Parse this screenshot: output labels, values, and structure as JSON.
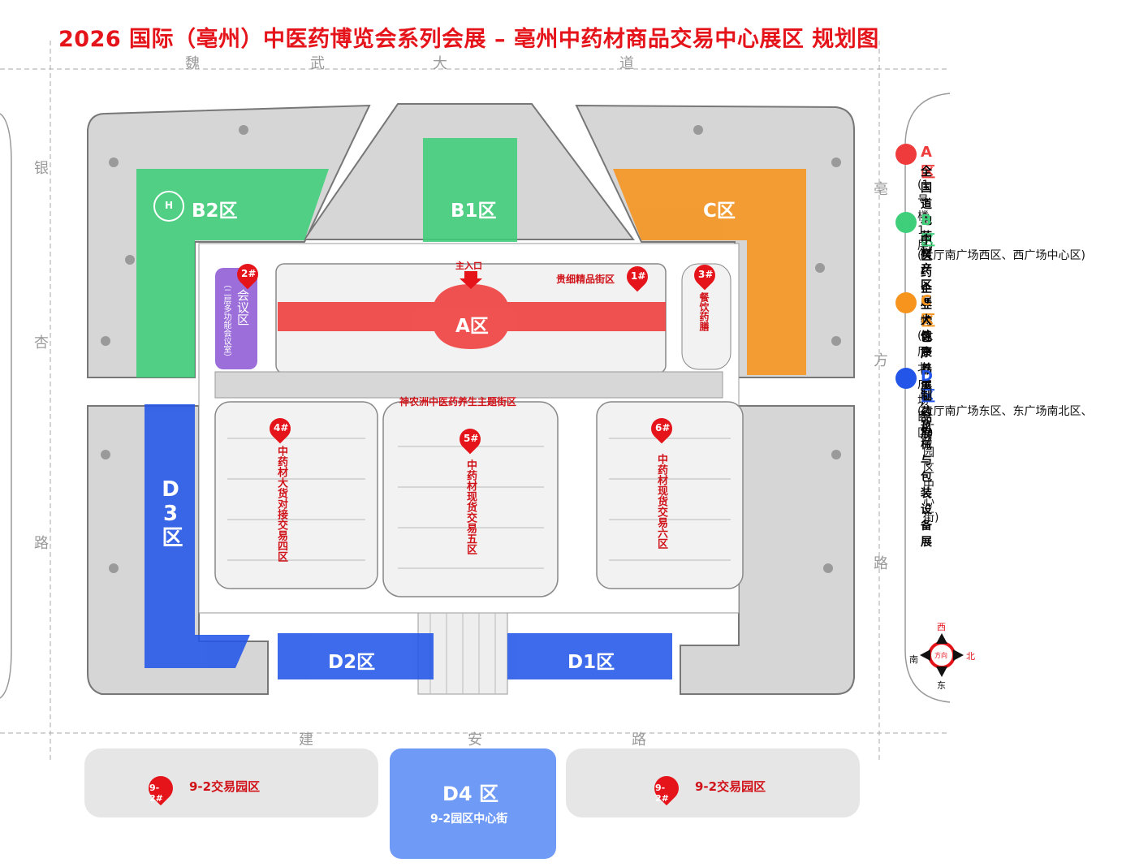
{
  "title": "2026 国际（亳州）中医药博览会系列会展 – 亳州中药材商品交易中心展区 规划图",
  "roads": {
    "top": [
      "魏",
      "武",
      "大",
      "道"
    ],
    "left": [
      "银",
      "杏",
      "路"
    ],
    "right": [
      "亳",
      "方",
      "路"
    ],
    "bottom": [
      "建",
      "安",
      "路"
    ]
  },
  "zones": {
    "a": "A区",
    "b1": "B1区",
    "b2": "B2区",
    "c": "C区",
    "d1": "D1区",
    "d2": "D2区",
    "d3": "D3区",
    "d4": "D4 区",
    "d4_sub": "9-2园区中心街"
  },
  "map_labels": {
    "main_entrance": "主入口",
    "street_1": "贵细精品街区",
    "meeting": "会议区",
    "meeting_sub": "（二层多功能会议室）",
    "dining": "餐饮药膳",
    "theme_street": "神农洲中医药养生主题街区",
    "hall_4": "中药材大货对接交易四区",
    "hall_5": "中药材现货交易五区",
    "hall_6": "中药材现货交易六区",
    "helipad": "H",
    "park_left": "9-2交易园区",
    "park_right": "9-2交易园区"
  },
  "pins": [
    "1#",
    "2#",
    "3#",
    "4#",
    "5#",
    "6#",
    "9-2#",
    "9-2#"
  ],
  "legend": [
    {
      "head": "A区",
      "title": "全国道地药材产区展",
      "sub": "(1号楼1层)",
      "color": "#ef3b3b"
    },
    {
      "head": "B区",
      "title": "中医药企业特色产品展",
      "sub": "(大厅南广场西区、西广场中心区)",
      "color": "#3fcf7a"
    },
    {
      "head": "C区",
      "title": "大健康养生产品展",
      "sub": "(大厅北广场西区)",
      "color": "#f7941d"
    },
    {
      "head": "D区",
      "title": "制药机械与包装设备展",
      "sub": "(大厅南广场东区、东广场南北区、",
      "sub2": "9-2园区中心街)",
      "color": "#2356e8"
    }
  ],
  "compass": {
    "top": "西",
    "left": "南",
    "right": "北",
    "bottom": "东",
    "center": "方向"
  },
  "colors": {
    "red": "#e5141b",
    "green": "#3fcf7a",
    "orange": "#f7941d",
    "blue": "#2356e8",
    "purple": "#8e5bd6",
    "grey": "#d9d9d9"
  }
}
